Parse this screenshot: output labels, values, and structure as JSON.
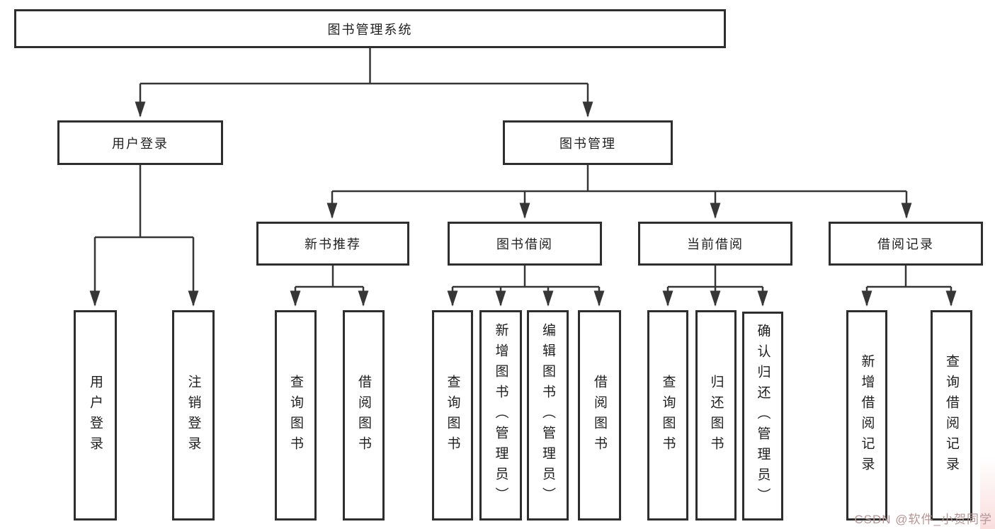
{
  "nodes": {
    "root": "图书管理系统",
    "level2": [
      "用户登录",
      "图书管理"
    ],
    "level3": [
      "新书推荐",
      "图书借阅",
      "当前借阅",
      "借阅记录"
    ],
    "user_login_leaves": [
      "用户登录",
      "注销登录"
    ],
    "new_book_leaves": [
      "查询图书",
      "借阅图书"
    ],
    "book_borrow_leaves": [
      "查询图书",
      "新增图书（管理员）",
      "编辑图书（管理员）",
      "借阅图书"
    ],
    "current_borrow_leaves": [
      "查询图书",
      "归还图书",
      "确认归还（管理员）"
    ],
    "borrow_record_leaves": [
      "新增借阅记录",
      "查询借阅记录"
    ]
  },
  "watermark": "CSDN @软件_小贺同学",
  "colors": {
    "line": "#363636",
    "box_border": "#2e2e2e",
    "background": "#ffffff",
    "watermark": "#b59494"
  }
}
